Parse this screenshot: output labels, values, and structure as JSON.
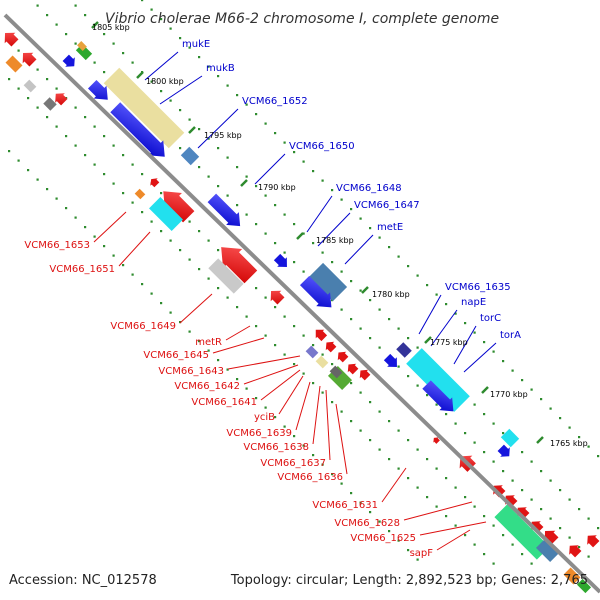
{
  "title": "Vibrio cholerae M66-2 chromosome I, complete genome",
  "footer": {
    "accession": "Accession: NC_012578",
    "summary": "Topology: circular; Length: 2,892,523 bp; Genes: 2,765"
  },
  "colors": {
    "backbone": "#8c8c8c",
    "forward_label": "#0000cc",
    "reverse_label": "#dd1111",
    "tick": "#2e8b2e"
  },
  "scale_labels": [
    "1805 kbp",
    "1800 kbp",
    "1795 kbp",
    "1790 kbp",
    "1785 kbp",
    "1780 kbp",
    "1775 kbp",
    "1770 kbp",
    "1765 kbp"
  ],
  "forward_labels": [
    "mukE",
    "mukB",
    "VCM66_1652",
    "VCM66_1650",
    "VCM66_1648",
    "VCM66_1647",
    "metE",
    "VCM66_1635",
    "napE",
    "torC",
    "torA"
  ],
  "reverse_labels": [
    "VCM66_1653",
    "VCM66_1651",
    "VCM66_1649",
    "metR",
    "VCM66_1645",
    "VCM66_1643",
    "VCM66_1642",
    "VCM66_1641",
    "yciB",
    "VCM66_1639",
    "VCM66_1638",
    "VCM66_1637",
    "VCM66_1636",
    "VCM66_1631",
    "VCM66_1628",
    "VCM66_1625",
    "sapF"
  ]
}
